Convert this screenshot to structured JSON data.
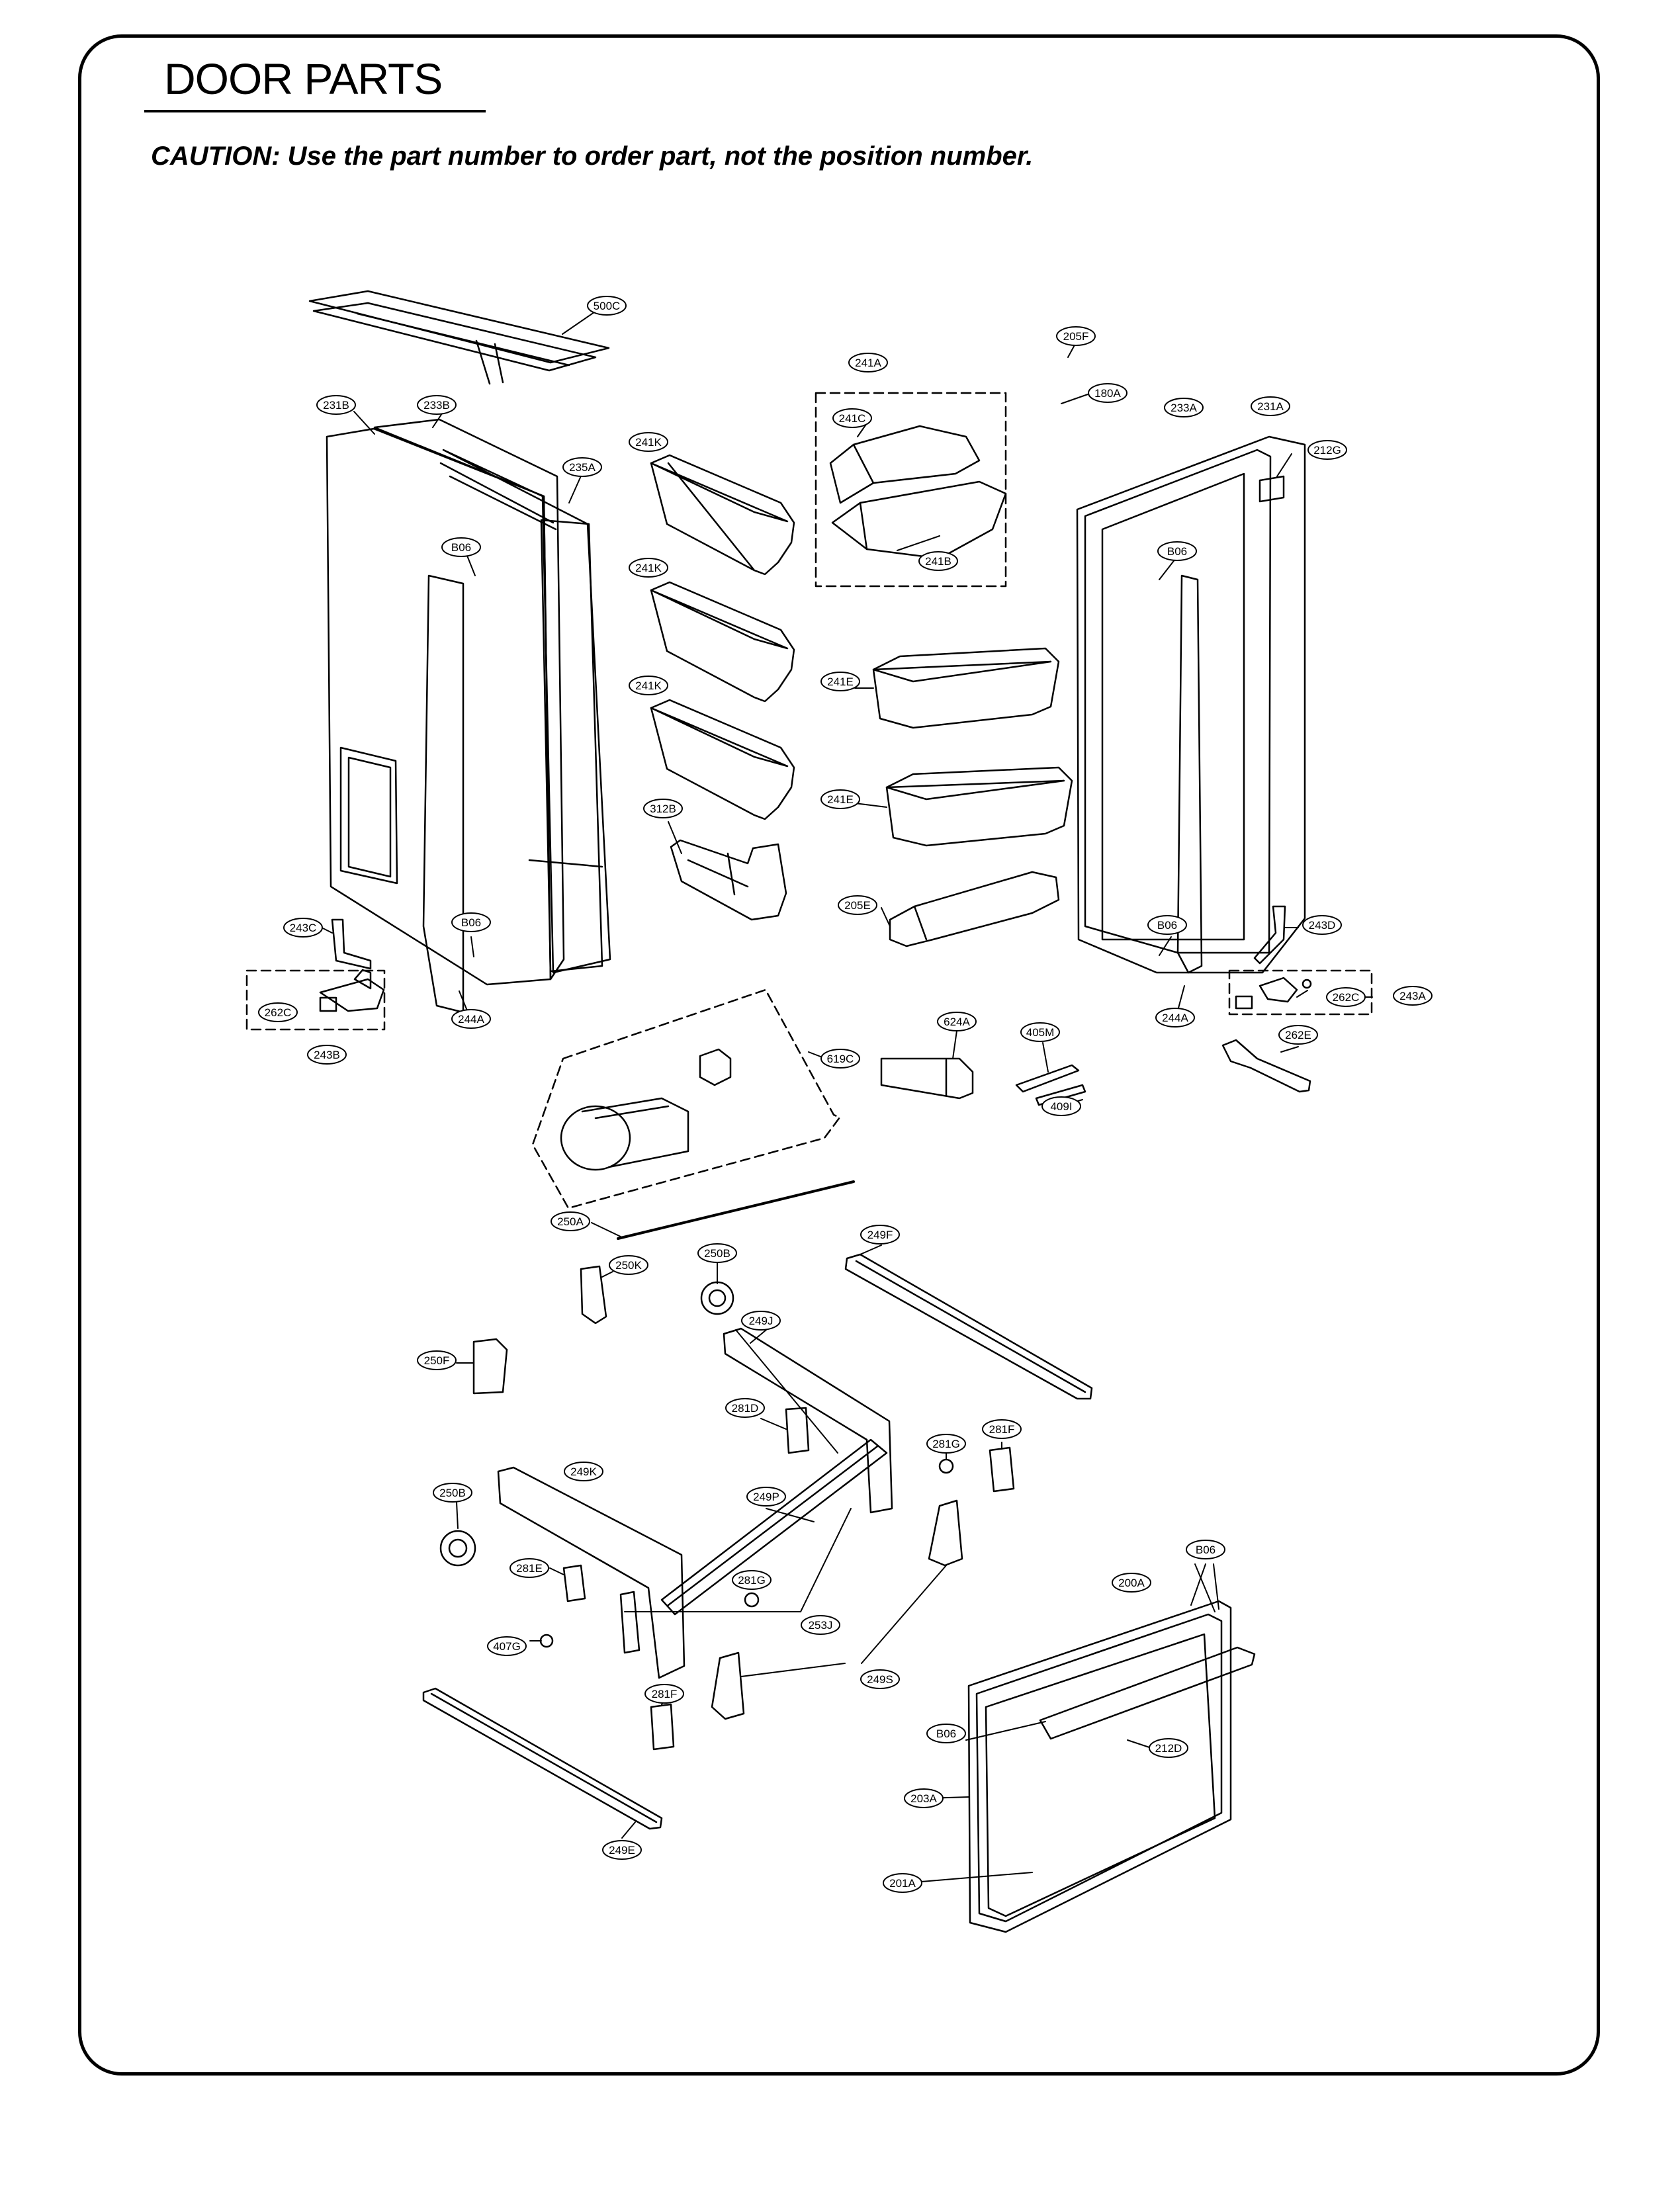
{
  "title": "DOOR PARTS",
  "caution": "CAUTION: Use the part number to order part, not the position number.",
  "callouts": [
    "500C",
    "205F",
    "241A",
    "180A",
    "231B",
    "233B",
    "241C",
    "233A",
    "231A",
    "212G",
    "241K",
    "235A",
    "B06",
    "241K",
    "241B",
    "B06",
    "241K",
    "241E",
    "241E",
    "312B",
    "205E",
    "243C",
    "B06",
    "B06",
    "243D",
    "262C",
    "262C",
    "243A",
    "244A",
    "244A",
    "243B",
    "624A",
    "405M",
    "619C",
    "262E",
    "409I",
    "250A",
    "249F",
    "250B",
    "250K",
    "249J",
    "250F",
    "281D",
    "281G",
    "281F",
    "249K",
    "250B",
    "249P",
    "B06",
    "200A",
    "281E",
    "281G",
    "253J",
    "407G",
    "249S",
    "281F",
    "B06",
    "212D",
    "203A",
    "249E",
    "201A"
  ]
}
